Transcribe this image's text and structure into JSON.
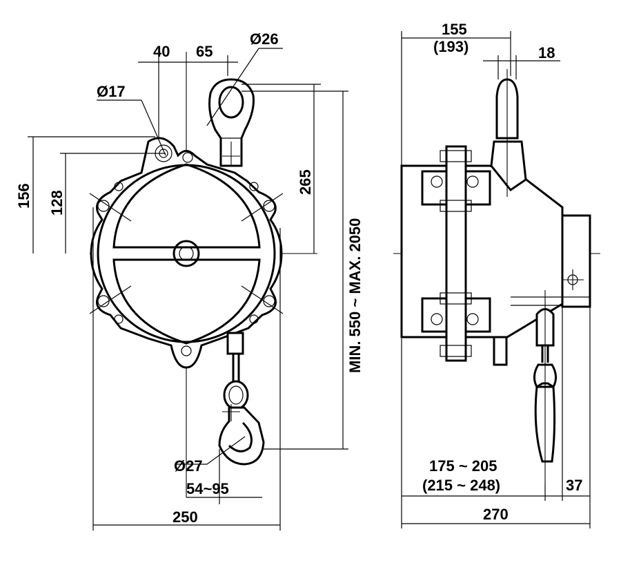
{
  "colors": {
    "line": "#000000",
    "background": "#ffffff"
  },
  "front_view": {
    "dim_40": "40",
    "dim_65": "65",
    "dim_dia26": "Ø26",
    "dim_dia17": "Ø17",
    "dim_156": "156",
    "dim_128": "128",
    "dim_265": "265",
    "dim_range": "MIN. 550 ~ MAX. 2050",
    "dim_dia27": "Ø27",
    "dim_54_95": "54~95",
    "dim_250": "250"
  },
  "side_view": {
    "dim_155": "155",
    "dim_193": "(193)",
    "dim_18": "18",
    "dim_175_205": "175 ~ 205",
    "dim_215_248": "(215 ~ 248)",
    "dim_37": "37",
    "dim_270": "270"
  }
}
